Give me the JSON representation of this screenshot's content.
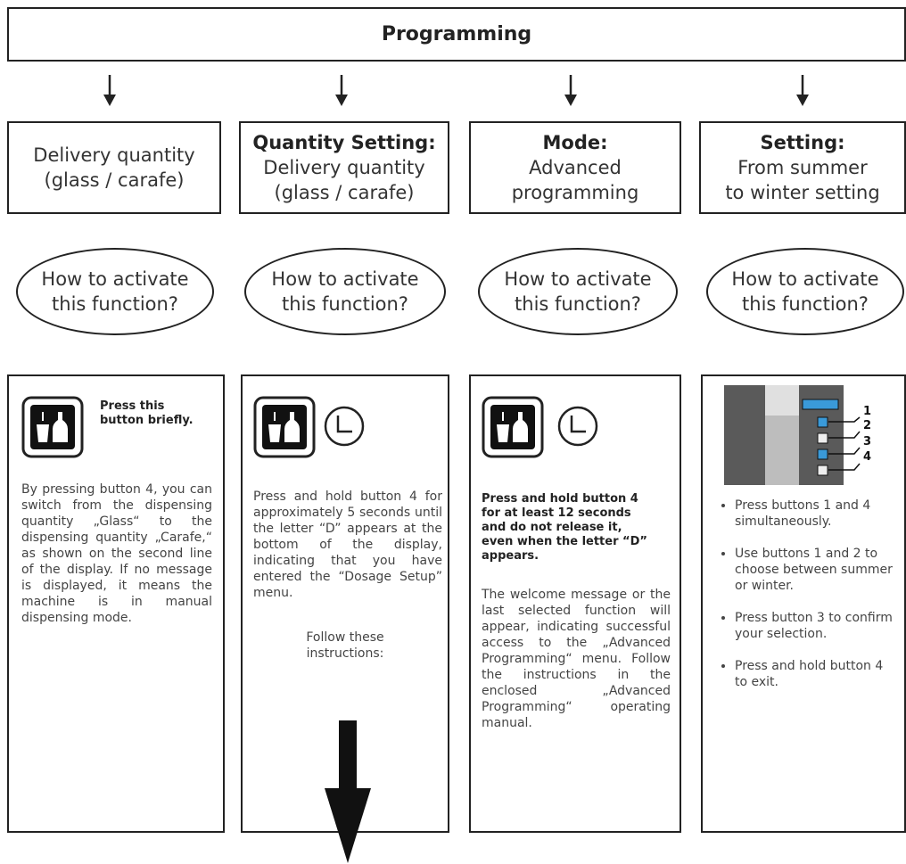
{
  "header": {
    "title": "Programming"
  },
  "columns": [
    {
      "box_bold": "",
      "box_lines": [
        "Delivery quantity",
        "(glass / carafe)"
      ],
      "question_lines": [
        "How to activate",
        "this function?"
      ]
    },
    {
      "box_bold": "Quantity Setting:",
      "box_lines": [
        "Delivery quantity",
        "(glass / carafe)"
      ],
      "question_lines": [
        "How to activate",
        "this function?"
      ]
    },
    {
      "box_bold": "Mode:",
      "box_lines": [
        "Advanced",
        "programming"
      ],
      "question_lines": [
        "How to activate",
        "this function?"
      ]
    },
    {
      "box_bold": "Setting:",
      "box_lines": [
        "From summer",
        "to winter setting"
      ],
      "question_lines": [
        "How to activate",
        "this function?"
      ]
    }
  ],
  "panel1": {
    "icon": "glass-carafe-button-icon",
    "press_note": "Press this button briefly.",
    "text": "By pressing button 4, you can switch from the dispensing quantity „Glass“ to the dispensing quantity „Carafe,“ as shown on the second line of the display. If no message is displayed, it means the machine is in manual dispensing mode."
  },
  "panel2": {
    "icons": [
      "glass-carafe-button-icon",
      "clock-icon"
    ],
    "text": "Press and hold button 4 for approximately 5 seconds until the letter “D” appears at the bottom of the display, indicating that you have entered the “Dosage Setup” menu.",
    "follow_lines": [
      "Follow these",
      "instructions:"
    ]
  },
  "panel3": {
    "icons": [
      "glass-carafe-button-icon",
      "clock-icon"
    ],
    "bold_text": "Press and hold button 4 for at least 12 seconds and do not release it, even when the letter “D” appears.",
    "text": "The welcome message or the last selected function will appear, indicating successful access to the „Advanced Programming“ menu. Follow the instructions in the enclosed „Advanced Programming“ operating manual."
  },
  "panel4": {
    "machine_labels": [
      "1",
      "2",
      "3",
      "4"
    ],
    "bullets": [
      "Press buttons 1 and 4 simultaneously.",
      "Use buttons 1 and 2 to choose between summer or winter.",
      "Press button 3 to confirm your selection.",
      "Press and hold button 4 to exit."
    ]
  },
  "colors": {
    "line": "#222222",
    "text": "#333333",
    "display_blue": "#3a9ad9",
    "machine_dark": "#5a5a5a",
    "machine_light": "#bdbdbd"
  }
}
